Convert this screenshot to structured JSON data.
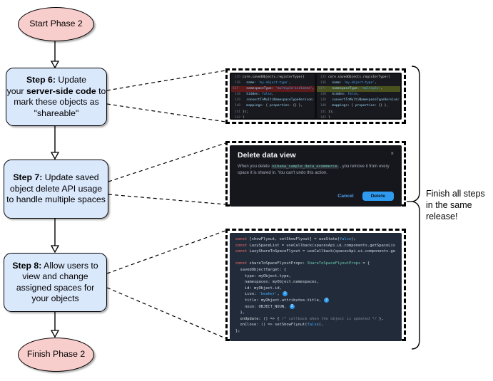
{
  "colors": {
    "node_pink": "#f8cecc",
    "node_blue": "#dae8fc",
    "diff_removed": "#5c1a1a",
    "diff_added": "#49511f",
    "modal_bg": "#16171d",
    "flyout_bg": "#212b39",
    "primary_blue": "#2e9bf0",
    "code_teal": "#6dccb1",
    "keyword_red": "#ff7070",
    "string_blue": "#49a5f1",
    "comment_gray": "#7b8494"
  },
  "flowchart": {
    "start_label": "Start Phase 2",
    "finish_label": "Finish Phase 2",
    "brace_note": [
      "Finish all steps",
      "in the same",
      "release!"
    ],
    "steps": [
      {
        "lines": [
          {
            "seg": [
              [
                "strong",
                "Step 6:"
              ],
              [
                "reg",
                " Update"
              ]
            ]
          },
          {
            "seg": [
              [
                "reg",
                "your "
              ],
              [
                "strong",
                "server-side code"
              ],
              [
                "reg",
                " to"
              ]
            ]
          },
          {
            "seg": [
              [
                "reg",
                "mark these objects as"
              ]
            ]
          },
          {
            "seg": [
              [
                "reg",
                "\"shareable\""
              ]
            ]
          }
        ]
      },
      {
        "lines": [
          {
            "seg": [
              [
                "strong",
                "Step 7:"
              ],
              [
                "reg",
                " Update saved"
              ]
            ]
          },
          {
            "seg": [
              [
                "reg",
                "object delete API usage"
              ]
            ]
          },
          {
            "seg": [
              [
                "reg",
                "to handle multiple spaces"
              ]
            ]
          }
        ]
      },
      {
        "lines": [
          {
            "seg": [
              [
                "strong",
                "Step 8:"
              ],
              [
                "reg",
                " Allow users to"
              ]
            ]
          },
          {
            "seg": [
              [
                "reg",
                "view and change"
              ]
            ]
          },
          {
            "seg": [
              [
                "reg",
                "assigned spaces for"
              ]
            ]
          },
          {
            "seg": [
              [
                "reg",
                "your objects"
              ]
            ]
          }
        ]
      }
    ]
  },
  "diff_screenshot": {
    "left_lines": [
      {
        "n": "135",
        "seg": [
          [
            "tm",
            "core.savedObjects.registerType"
          ],
          [
            "pln",
            "({"
          ]
        ]
      },
      {
        "n": "136",
        "seg": [
          [
            "key",
            "  name"
          ],
          [
            "pln",
            ": "
          ],
          [
            "str",
            "'my-object-type'"
          ],
          [
            "pln",
            ","
          ]
        ]
      },
      {
        "n": "137",
        "m": "-",
        "hl": "removed",
        "seg": [
          [
            "key",
            "  namespaceType"
          ],
          [
            "pln",
            ": "
          ],
          [
            "str",
            "'multiple-isolated'"
          ],
          [
            "pln",
            ","
          ]
        ]
      },
      {
        "n": "138",
        "seg": [
          [
            "key",
            "  hidden"
          ],
          [
            "pln",
            ": "
          ],
          [
            "num",
            "false"
          ],
          [
            "pln",
            ","
          ]
        ]
      },
      {
        "n": "139",
        "seg": [
          [
            "key",
            "  convertToMultiNamespaceTypeVersion"
          ],
          [
            "pln",
            ": "
          ],
          [
            "str",
            "'"
          ]
        ]
      },
      {
        "n": "140",
        "seg": [
          [
            "key",
            "  mappings"
          ],
          [
            "pln",
            ": { "
          ],
          [
            "key",
            "properties"
          ],
          [
            "pln",
            ": {} },"
          ]
        ]
      },
      {
        "n": "141",
        "seg": [
          [
            "pln",
            "});"
          ]
        ]
      },
      {
        "n": "142",
        "seg": [
          [
            "pln",
            "}"
          ]
        ]
      }
    ],
    "right_lines": [
      {
        "n": "135",
        "seg": [
          [
            "tm",
            "core.savedObjects.registerType"
          ],
          [
            "pln",
            "({"
          ]
        ]
      },
      {
        "n": "136",
        "seg": [
          [
            "key",
            "  name"
          ],
          [
            "pln",
            ": "
          ],
          [
            "str",
            "'my-object-type'"
          ],
          [
            "pln",
            ","
          ]
        ]
      },
      {
        "n": "137",
        "m": "+",
        "hl": "added",
        "seg": [
          [
            "key",
            "  namespaceType"
          ],
          [
            "pln",
            ": "
          ],
          [
            "str",
            "'multiple'"
          ],
          [
            "pln",
            ","
          ]
        ]
      },
      {
        "n": "138",
        "seg": [
          [
            "key",
            "  hidden"
          ],
          [
            "pln",
            ": "
          ],
          [
            "num",
            "false"
          ],
          [
            "pln",
            ","
          ]
        ]
      },
      {
        "n": "139",
        "seg": [
          [
            "key",
            "  convertToMultiNamespaceTypeVersion"
          ],
          [
            "pln",
            ": "
          ],
          [
            "str",
            "'"
          ]
        ]
      },
      {
        "n": "140",
        "seg": [
          [
            "key",
            "  mappings"
          ],
          [
            "pln",
            ": { "
          ],
          [
            "key",
            "properties"
          ],
          [
            "pln",
            ": {} },"
          ]
        ]
      },
      {
        "n": "141",
        "seg": [
          [
            "pln",
            "});"
          ]
        ]
      },
      {
        "n": "142",
        "seg": [
          [
            "pln",
            "}"
          ]
        ]
      }
    ]
  },
  "modal_screenshot": {
    "title": "Delete data view",
    "close_icon": "×",
    "body_segments": [
      [
        "reg",
        "When you delete "
      ],
      [
        "chip",
        "kibana_sample_data_ecommerce"
      ],
      [
        "reg",
        " , you remove it from every space it is shared in. You can't undo this action."
      ]
    ],
    "cancel_label": "Cancel",
    "delete_label": "Delete"
  },
  "code_screenshot": {
    "lines": [
      {
        "seg": [
          [
            "kw",
            "const"
          ],
          [
            "pln",
            " [showFlyout, setShowFlyout] = useState("
          ],
          [
            "num",
            "false"
          ],
          [
            "pln",
            ");"
          ]
        ]
      },
      {
        "seg": [
          [
            "kw",
            "const"
          ],
          [
            "pln",
            " LazySpaceList = useCallback(spacesApi.ui.components.getSpaceLis"
          ]
        ]
      },
      {
        "seg": [
          [
            "kw",
            "const"
          ],
          [
            "pln",
            " LazyShareToSpaceFlyout = useCallback(spacesApi.ui.components.ge"
          ]
        ]
      },
      {
        "seg": []
      },
      {
        "seg": [
          [
            "kw",
            "const"
          ],
          [
            "pln",
            " shareToSpaceFlyoutProps: "
          ],
          [
            "typ",
            "ShareToSpaceFlyoutProps"
          ],
          [
            "pln",
            " = {"
          ]
        ]
      },
      {
        "seg": [
          [
            "pln",
            "  savedObjectTarget: {"
          ]
        ]
      },
      {
        "seg": [
          [
            "pln",
            "    type: myObject.type,"
          ]
        ]
      },
      {
        "seg": [
          [
            "pln",
            "    namespaces: myObject.namespaces,"
          ]
        ]
      },
      {
        "seg": [
          [
            "pln",
            "    id: myObject.id,"
          ]
        ]
      },
      {
        "seg": [
          [
            "pln",
            "    icon: "
          ],
          [
            "str",
            "'beaker'"
          ],
          [
            "pln",
            ", "
          ],
          [
            "badge",
            "1"
          ]
        ]
      },
      {
        "seg": [
          [
            "pln",
            "    title: myObject.attributes.title, "
          ],
          [
            "badge",
            "2"
          ]
        ]
      },
      {
        "seg": [
          [
            "pln",
            "    noun: OBJECT_NOUN, "
          ],
          [
            "badge",
            "3"
          ]
        ]
      },
      {
        "seg": [
          [
            "pln",
            "  },"
          ]
        ]
      },
      {
        "seg": [
          [
            "pln",
            "  onUpdate: () => { "
          ],
          [
            "com",
            "/* callback when the object is updated */"
          ],
          [
            "pln",
            " },"
          ]
        ]
      },
      {
        "seg": [
          [
            "pln",
            "  onClose: () => setShowFlyout("
          ],
          [
            "num",
            "false"
          ],
          [
            "pln",
            "),"
          ]
        ]
      },
      {
        "seg": [
          [
            "pln",
            "};"
          ]
        ]
      }
    ]
  }
}
